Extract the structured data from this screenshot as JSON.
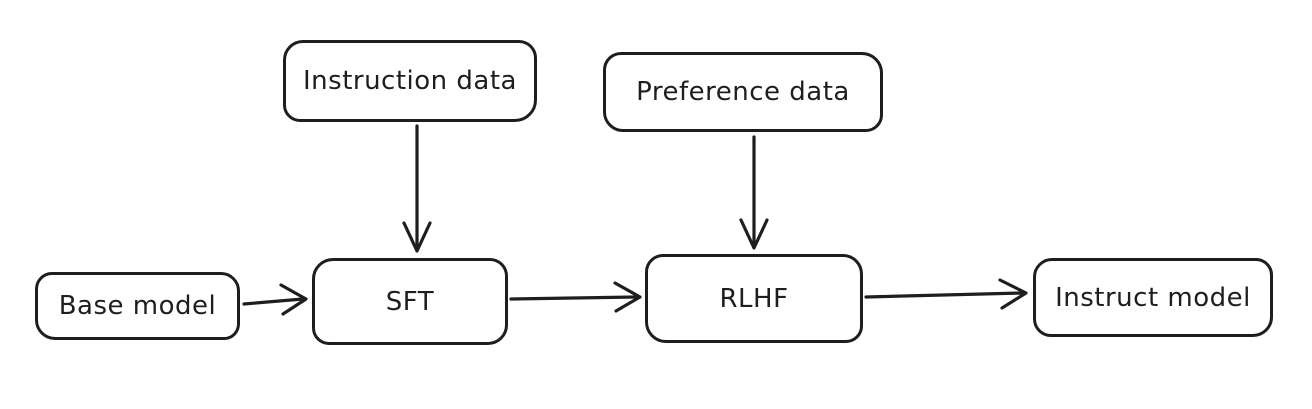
{
  "diagram": {
    "type": "flowchart",
    "style": "hand-drawn-sketch",
    "colors": {
      "background": "#ffffff",
      "stroke": "#1e1e1e",
      "node_fill": "#ffffff",
      "text": "#1e1e1e"
    },
    "nodes": [
      {
        "id": "instruction-data",
        "label": "Instruction data",
        "row": "top"
      },
      {
        "id": "preference-data",
        "label": "Preference data",
        "row": "top"
      },
      {
        "id": "base-model",
        "label": "Base model",
        "row": "bottom"
      },
      {
        "id": "sft",
        "label": "SFT",
        "row": "bottom"
      },
      {
        "id": "rlhf",
        "label": "RLHF",
        "row": "bottom"
      },
      {
        "id": "instruct-model",
        "label": "Instruct model",
        "row": "bottom"
      }
    ],
    "edges": [
      {
        "from": "instruction-data",
        "to": "sft",
        "direction": "down"
      },
      {
        "from": "preference-data",
        "to": "rlhf",
        "direction": "down"
      },
      {
        "from": "base-model",
        "to": "sft",
        "direction": "right"
      },
      {
        "from": "sft",
        "to": "rlhf",
        "direction": "right"
      },
      {
        "from": "rlhf",
        "to": "instruct-model",
        "direction": "right"
      }
    ]
  }
}
